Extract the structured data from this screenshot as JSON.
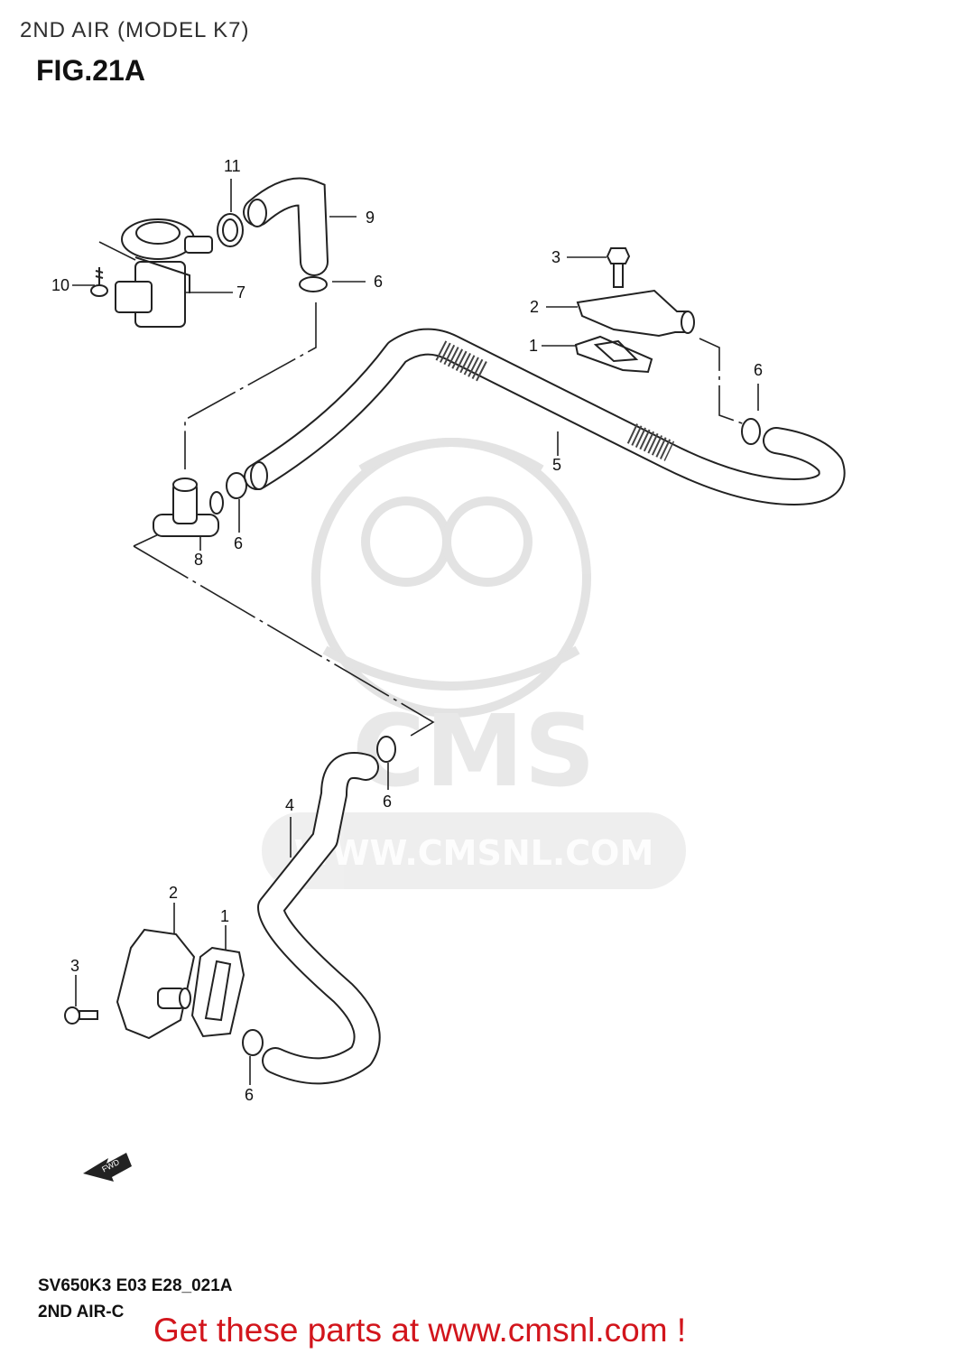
{
  "header": {
    "subtitle": "2ND AIR (MODEL K7)",
    "figure": "FIG.21A"
  },
  "watermark": {
    "brand": "CMS",
    "url": "WWW.CMSNL.COM"
  },
  "callouts": {
    "p1a": "1",
    "p1b": "1",
    "p2a": "2",
    "p2b": "2",
    "p3a": "3",
    "p3b": "3",
    "p4": "4",
    "p5": "5",
    "p6a": "6",
    "p6b": "6",
    "p6c": "6",
    "p6d": "6",
    "p6e": "6",
    "p7": "7",
    "p8": "8",
    "p9": "9",
    "p10": "10",
    "p11": "11"
  },
  "fwd_arrow": "FWD",
  "footer": {
    "code_line1": "SV650K3 E03 E28_021A",
    "code_line2": "2ND AIR-C",
    "cta": "Get these parts at www.cmsnl.com !"
  }
}
